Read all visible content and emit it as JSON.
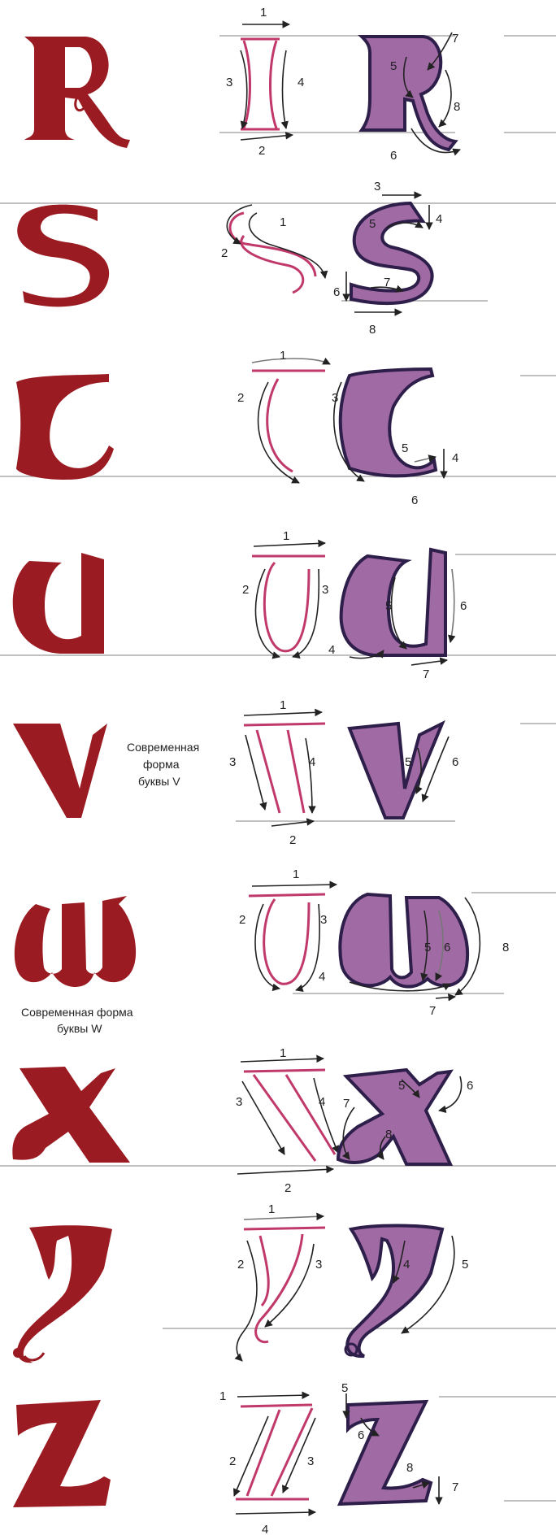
{
  "colors": {
    "letter_red": "#9b1b22",
    "outline_pink": "#c0396a",
    "fill_purple": "#a06aa5",
    "stroke_dark": "#2d1e4a",
    "arrow": "#222222",
    "guide_line": "#9a9a9a",
    "accent_gray": "#777777"
  },
  "captions": {
    "v_modern": [
      "Современная",
      "форма",
      "буквы V"
    ],
    "w_modern": [
      "Современная форма",
      "буквы W"
    ]
  },
  "rows": [
    {
      "letter": "R",
      "stroke_labels": [
        "1",
        "2",
        "3",
        "4",
        "5",
        "6",
        "7",
        "8"
      ]
    },
    {
      "letter": "S",
      "stroke_labels": [
        "1",
        "2",
        "3",
        "4",
        "5",
        "6",
        "7",
        "8"
      ]
    },
    {
      "letter": "T",
      "stroke_labels": [
        "1",
        "2",
        "3",
        "4",
        "5",
        "6"
      ]
    },
    {
      "letter": "U",
      "stroke_labels": [
        "1",
        "2",
        "3",
        "4",
        "5",
        "6",
        "7"
      ]
    },
    {
      "letter": "V",
      "stroke_labels": [
        "1",
        "2",
        "3",
        "4",
        "5",
        "6"
      ]
    },
    {
      "letter": "W",
      "stroke_labels": [
        "1",
        "2",
        "3",
        "4",
        "5",
        "6",
        "7",
        "8"
      ]
    },
    {
      "letter": "X",
      "stroke_labels": [
        "1",
        "2",
        "3",
        "4",
        "5",
        "6",
        "7",
        "8"
      ]
    },
    {
      "letter": "Y",
      "stroke_labels": [
        "1",
        "2",
        "3",
        "4",
        "5"
      ]
    },
    {
      "letter": "Z",
      "stroke_labels": [
        "1",
        "2",
        "3",
        "4",
        "5",
        "6",
        "7",
        "8"
      ]
    }
  ]
}
